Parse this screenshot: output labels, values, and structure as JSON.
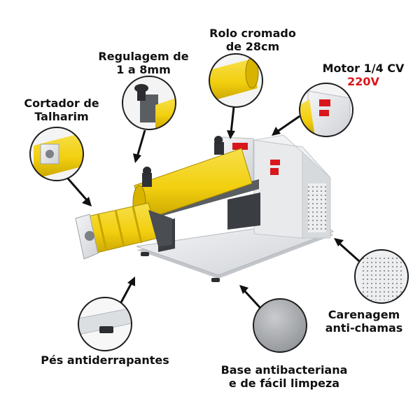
{
  "labels": {
    "rolo": {
      "line1": "Rolo cromado",
      "line2": "de 28cm"
    },
    "regulagem": {
      "line1": "Regulagem de",
      "line2": "1 a 8mm"
    },
    "motor": {
      "line1": "Motor 1/4 CV",
      "line2": "220V"
    },
    "cortador": {
      "line1": "Cortador de",
      "line2": "Talharim"
    },
    "carenagem": {
      "line1": "Carenagem",
      "line2": "anti-chamas"
    },
    "pes": {
      "line1": "Pés antiderrapantes"
    },
    "base": {
      "line1": "Base antibacteriana",
      "line2": "e de fácil limpeza"
    }
  },
  "colors": {
    "accent_red": "#d9161b",
    "roller_yellow": "#f2cf0f",
    "steel_grey": "#e3e5e8",
    "dark_parts": "#3a3d42"
  },
  "icons": [
    "arrow-icon",
    "zoom-circle-icon"
  ]
}
